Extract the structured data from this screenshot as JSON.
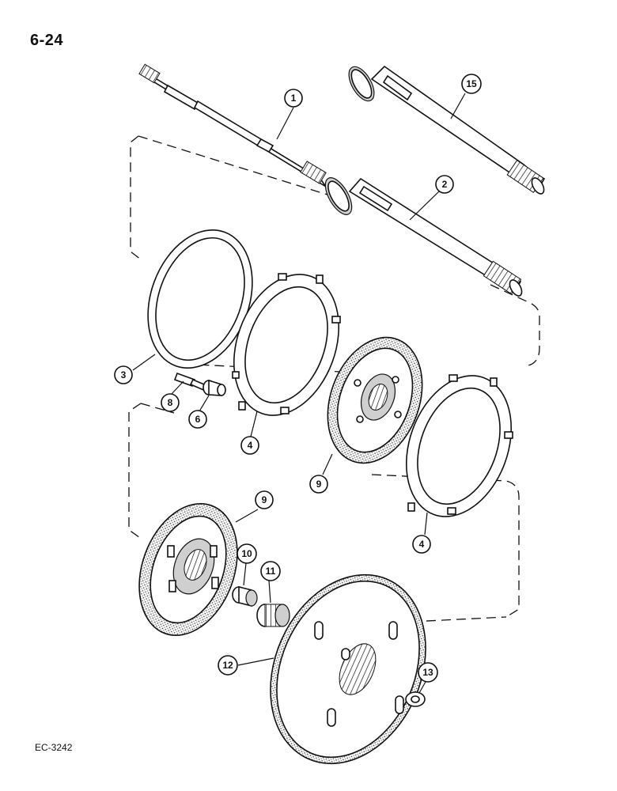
{
  "page": {
    "number": "6-24",
    "figure_code": "EC-3242"
  },
  "callouts": [
    {
      "id": "c1",
      "label": "1"
    },
    {
      "id": "c15",
      "label": "15"
    },
    {
      "id": "c2",
      "label": "2"
    },
    {
      "id": "c3",
      "label": "3"
    },
    {
      "id": "c8",
      "label": "8"
    },
    {
      "id": "c6",
      "label": "6"
    },
    {
      "id": "c4a",
      "label": "4"
    },
    {
      "id": "c9a",
      "label": "9"
    },
    {
      "id": "c4b",
      "label": "4"
    },
    {
      "id": "c9b",
      "label": "9"
    },
    {
      "id": "c10",
      "label": "10"
    },
    {
      "id": "c11",
      "label": "11"
    },
    {
      "id": "c12",
      "label": "12"
    },
    {
      "id": "c13",
      "label": "13"
    }
  ]
}
